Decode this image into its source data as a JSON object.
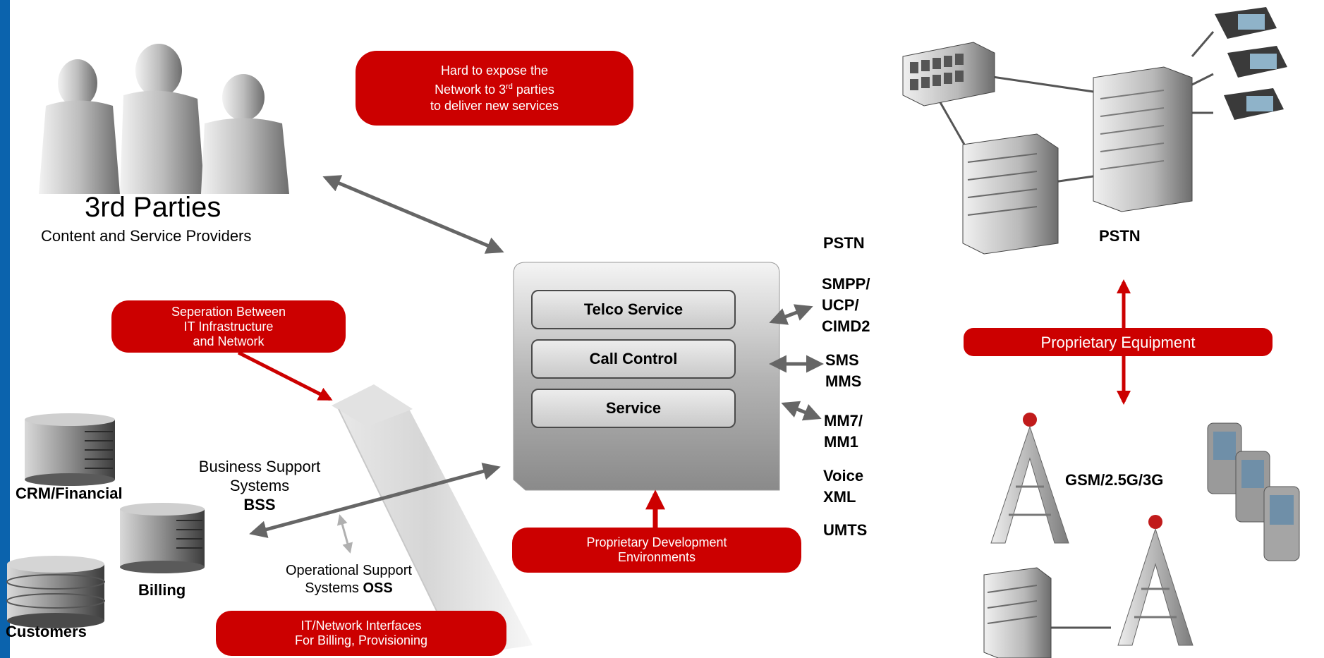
{
  "third_parties": {
    "title": "3rd Parties",
    "subtitle": "Content and Service Providers"
  },
  "callouts": {
    "expose_line1": "Hard to expose the",
    "expose_line2_pre": "Network to 3",
    "expose_line2_sup": "rd",
    "expose_line2_post": " parties",
    "expose_line3": "to deliver new services",
    "separation": "Seperation Between\nIT Infrastructure\nand Network",
    "proprietary_dev": "Proprietary Development\nEnvironments",
    "it_network": "IT/Network Interfaces\nFor Billing, Provisioning",
    "proprietary_equipment": "Proprietary Equipment"
  },
  "platform_layers": [
    "Telco Service",
    "Call Control",
    "Service"
  ],
  "protocols": {
    "pstn": "PSTN",
    "smpp": "SMPP/\nUCP/\nCIMD2",
    "sms": "SMS\nMMS",
    "mm7": "MM7/\nMM1",
    "voice": "Voice\nXML",
    "umts": "UMTS"
  },
  "bss": {
    "line1": "Business Support",
    "line2": "Systems",
    "abbr": "BSS"
  },
  "oss": {
    "line1": "Operational Support",
    "line2": "Systems ",
    "abbr": "OSS"
  },
  "systems": {
    "crm": "CRM/Financial",
    "billing": "Billing",
    "customers": "Customers"
  },
  "network": {
    "pstn_label": "PSTN",
    "mobile_label": "GSM/2.5G/3G"
  },
  "colors": {
    "callout_red": "#cc0000",
    "left_bar_blue": "#0b63ad",
    "arrow_gray": "#666666"
  }
}
